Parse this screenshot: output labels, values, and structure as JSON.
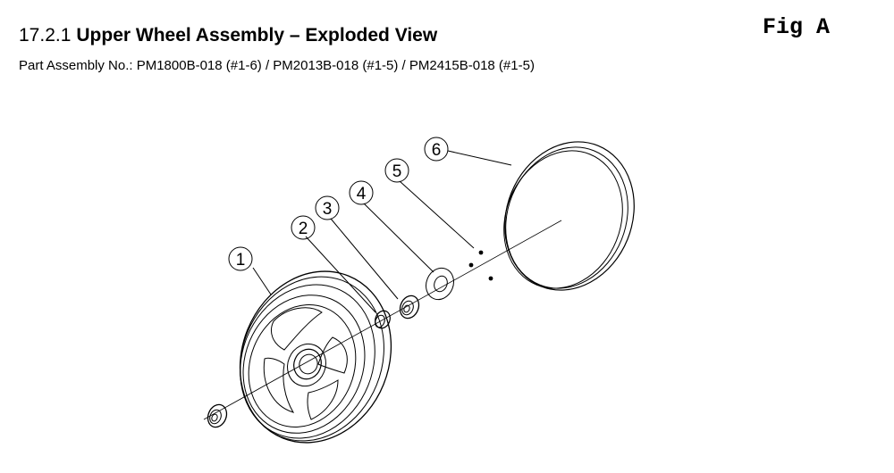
{
  "header": {
    "section_number": "17.2.1",
    "title": "Upper Wheel Assembly – Exploded View",
    "fig_label": "Fig A",
    "part_assembly": "Part Assembly No.: PM1800B-018 (#1-6) / PM2013B-018 (#1-5) / PM2415B-018 (#1-5)"
  },
  "callouts": {
    "c1": "1",
    "c2": "2",
    "c3": "3",
    "c4": "4",
    "c5": "5",
    "c6": "6"
  }
}
